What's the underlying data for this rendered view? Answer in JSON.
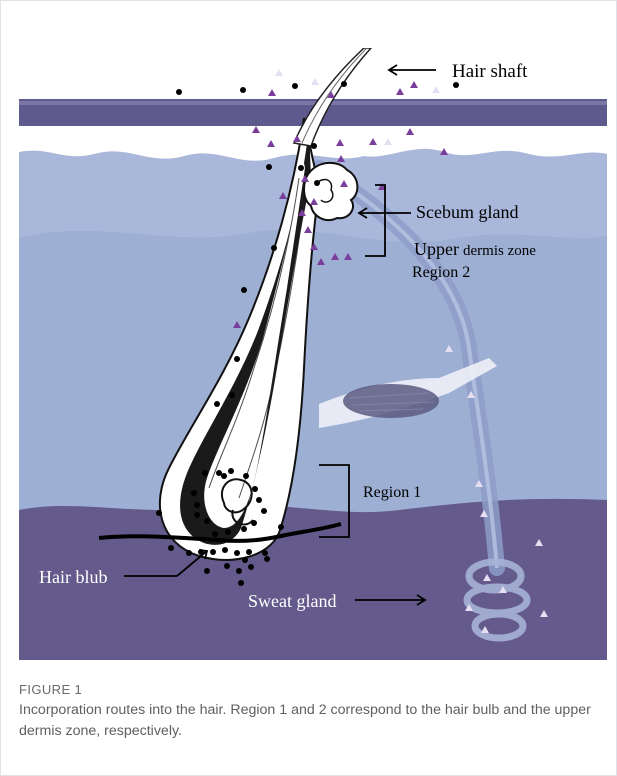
{
  "figure": {
    "labels": {
      "hair_shaft": "Hair shaft",
      "sebum_gland": "Scebum gland",
      "upper_word": "Upper",
      "dermis_zone": "dermis zone",
      "region2": "Region 2",
      "region1": "Region 1",
      "hair_bulb": "Hair blub",
      "sweat_gland": "Sweat gland"
    },
    "colors": {
      "epidermis": "#5f5a8e",
      "dermis_light": "#a7b5d8",
      "dermis_mid": "#9eb0d5",
      "hypodermis": "#655a8c",
      "triangle_marker": "#7a3f9c",
      "light_triangle": "#e6dff2",
      "dot_marker": "#000000"
    },
    "markers": [
      "black-dot",
      "purple-triangle",
      "light-triangle"
    ]
  },
  "caption": {
    "title": "FIGURE 1",
    "text": "Incorporation routes into the hair. Region 1 and 2 correspond to the hair bulb and the upper dermis zone, respectively."
  }
}
